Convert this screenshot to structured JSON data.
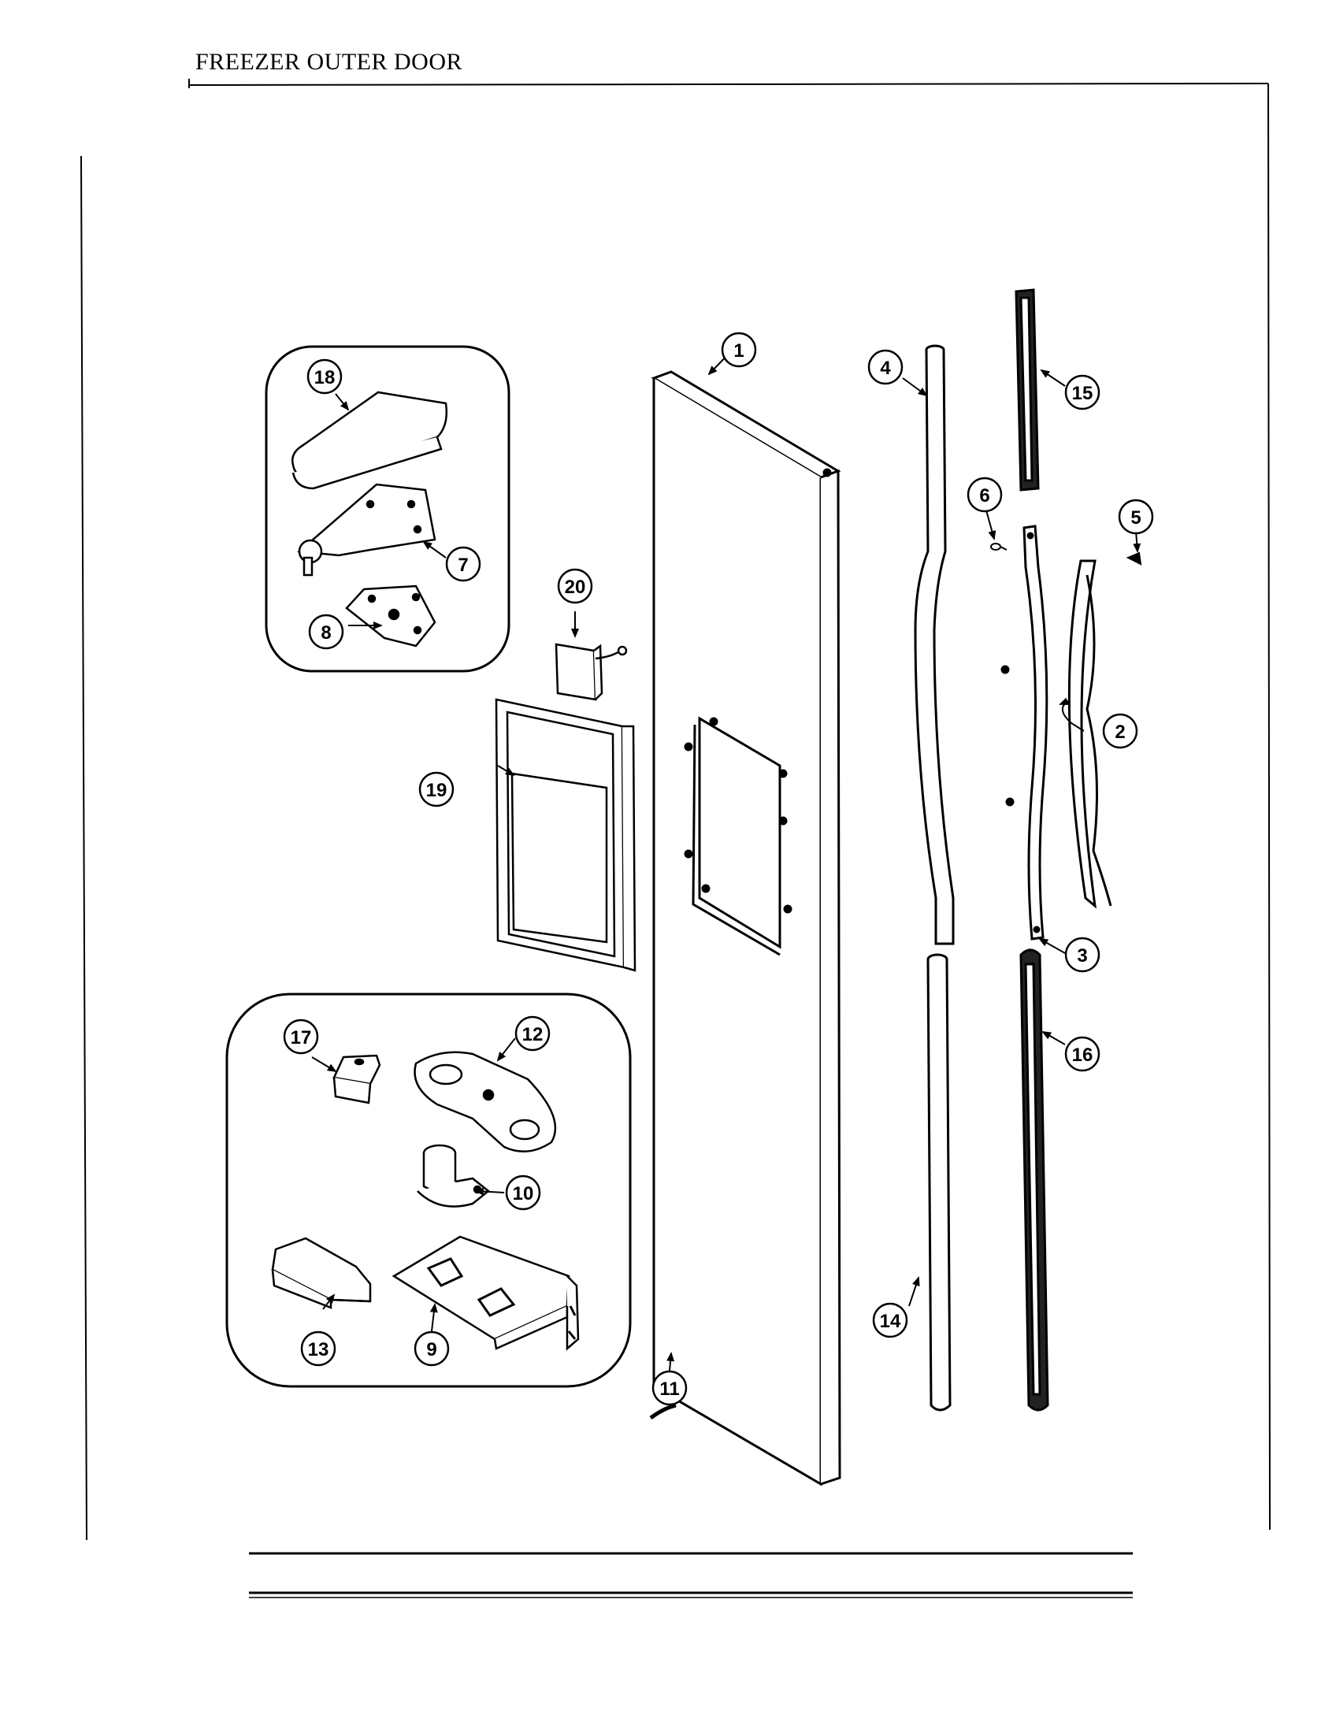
{
  "title": "FREEZER OUTER DOOR",
  "callouts": [
    {
      "id": "c1",
      "label": "1"
    },
    {
      "id": "c2",
      "label": "2"
    },
    {
      "id": "c3",
      "label": "3"
    },
    {
      "id": "c4",
      "label": "4"
    },
    {
      "id": "c5",
      "label": "5"
    },
    {
      "id": "c6",
      "label": "6"
    },
    {
      "id": "c7",
      "label": "7"
    },
    {
      "id": "c8",
      "label": "8"
    },
    {
      "id": "c9",
      "label": "9"
    },
    {
      "id": "c10",
      "label": "10"
    },
    {
      "id": "c11",
      "label": "11"
    },
    {
      "id": "c12",
      "label": "12"
    },
    {
      "id": "c13",
      "label": "13"
    },
    {
      "id": "c14",
      "label": "14"
    },
    {
      "id": "c15",
      "label": "15"
    },
    {
      "id": "c16",
      "label": "16"
    },
    {
      "id": "c17",
      "label": "17"
    },
    {
      "id": "c18",
      "label": "18"
    },
    {
      "id": "c19",
      "label": "19"
    },
    {
      "id": "c20",
      "label": "20"
    }
  ]
}
